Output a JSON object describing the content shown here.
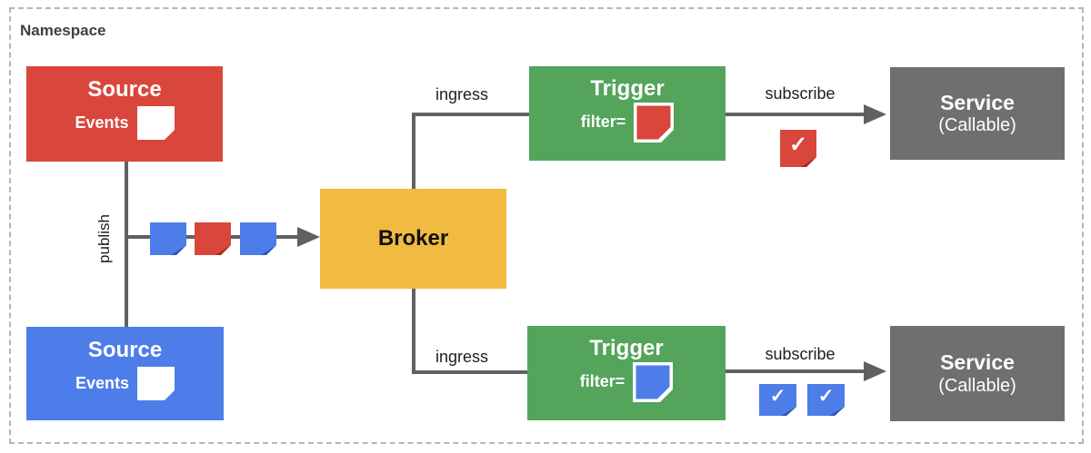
{
  "namespace": {
    "label": "Namespace"
  },
  "colors": {
    "red": "#d9463b",
    "blue": "#4d7de9",
    "green": "#54a45c",
    "yellow": "#f1bb41",
    "gray": "#706e6e",
    "red_dark": "#9f2d20",
    "blue_dark": "#2c55b2",
    "line": "#606060",
    "label_ink": "#1e1e1e",
    "namespace_ink": "#3f4040",
    "border_dash": "#b5b5b5"
  },
  "nodes": {
    "source_top": {
      "title": "Source",
      "events_label": "Events"
    },
    "source_bottom": {
      "title": "Source",
      "events_label": "Events"
    },
    "broker": {
      "title": "Broker"
    },
    "trigger_top": {
      "title": "Trigger",
      "filter_label": "filter="
    },
    "trigger_bottom": {
      "title": "Trigger",
      "filter_label": "filter="
    },
    "service_top": {
      "title": "Service",
      "subtitle": "(Callable)"
    },
    "service_bottom": {
      "title": "Service",
      "subtitle": "(Callable)"
    }
  },
  "edges": {
    "publish": {
      "label": "publish"
    },
    "ingress_top": {
      "label": "ingress"
    },
    "ingress_bottom": {
      "label": "ingress"
    },
    "subscribe_top": {
      "label": "subscribe"
    },
    "subscribe_bottom": {
      "label": "subscribe"
    }
  },
  "icons": {
    "check_glyph": "✓",
    "publish_event_docs": [
      "blue-event-doc",
      "red-event-doc",
      "blue-event-doc"
    ],
    "trigger_top_filter_doc": "red-event-doc",
    "trigger_bottom_filter_doc": "blue-event-doc",
    "subscribe_top_docs": [
      "red-checked-event-doc"
    ],
    "subscribe_bottom_docs": [
      "blue-checked-event-doc",
      "blue-checked-event-doc"
    ]
  }
}
